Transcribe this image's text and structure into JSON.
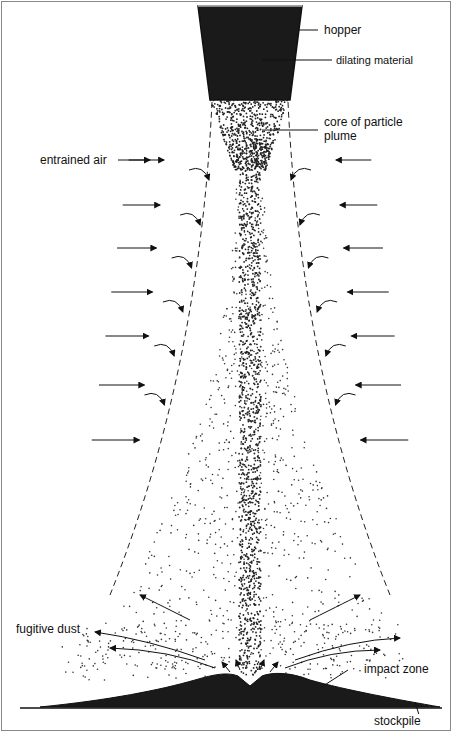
{
  "diagram": {
    "labels": [
      "hopper",
      "dilating material",
      "entrained air",
      "core of particle plume",
      "fugitive dust",
      "impact zone",
      "stockpile"
    ]
  }
}
